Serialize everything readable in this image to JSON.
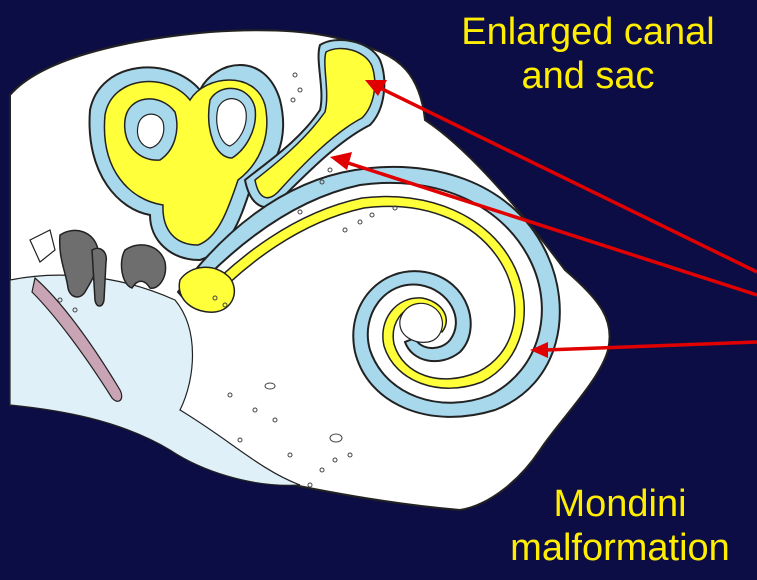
{
  "labels": {
    "top": {
      "line1": "Enlarged canal",
      "line2": "and sac"
    },
    "bottom": {
      "line1": "Mondini",
      "line2": "malformation"
    }
  },
  "colors": {
    "background": "#0d0d45",
    "label_text": "#ffee00",
    "arrow": "#e00000",
    "endolymph": "#ffff3a",
    "perilymph": "#a8d8ec",
    "bone": "#ffffff",
    "outline": "#222222",
    "ossicles": "#6e6e6e",
    "membrane": "#c9a4b4"
  },
  "icons": {
    "arrows": "red-pointer-arrows",
    "anatomy": "inner-ear-cross-section"
  }
}
